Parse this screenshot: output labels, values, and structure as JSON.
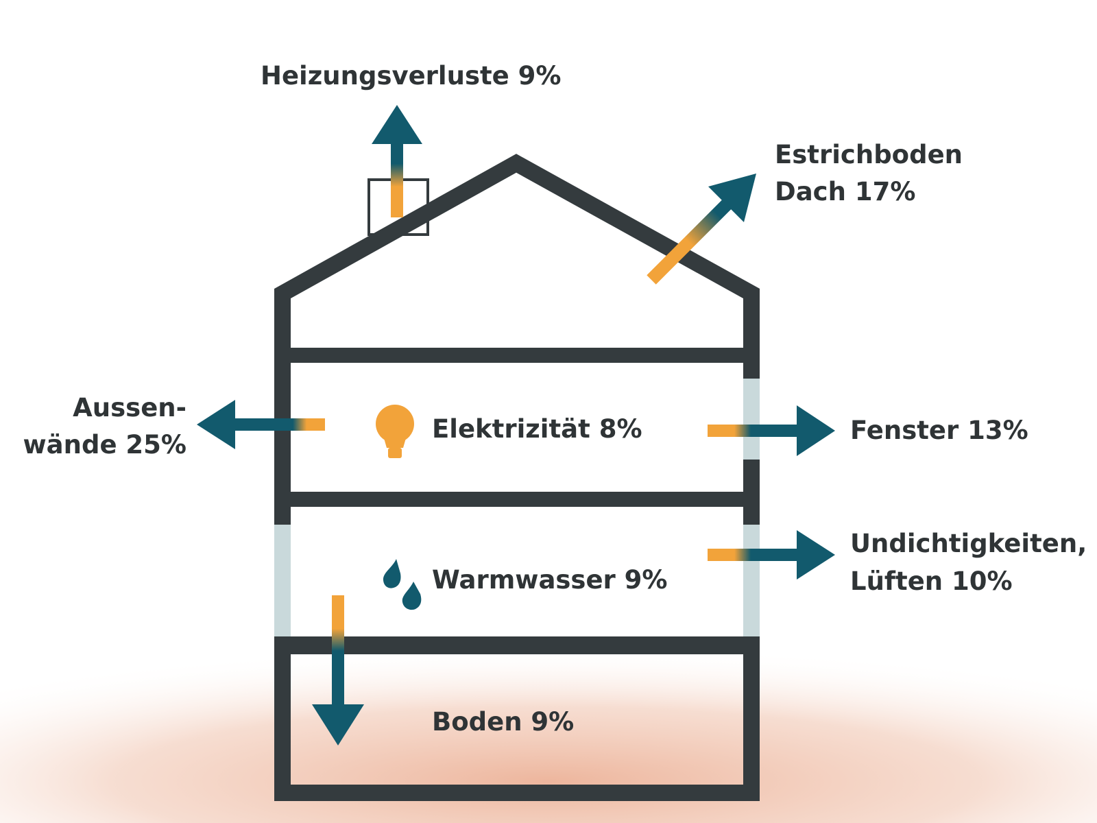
{
  "labels": {
    "heizung": "Heizungsverluste 9%",
    "estrich_line1": "Estrichboden",
    "estrich_line2": "Dach 17%",
    "aussen_line1": "Aussen-",
    "aussen_line2": "wände 25%",
    "elektrizitaet": "Elektrizität 8%",
    "fenster": "Fenster 13%",
    "undicht_line1": "Undichtigkeiten,",
    "undicht_line2": "Lüften 10%",
    "warmwasser": "Warmwasser 9%",
    "boden": "Boden 9%"
  },
  "colors": {
    "wall": "#343b3e",
    "window": "#c9d9db",
    "arrow": "#125a6d",
    "heat": "#f2a33a",
    "ground": "#efcfbf",
    "text": "#2f3436"
  },
  "icons": {
    "lightbulb": "lightbulb-icon",
    "water": "water-drops-icon"
  }
}
